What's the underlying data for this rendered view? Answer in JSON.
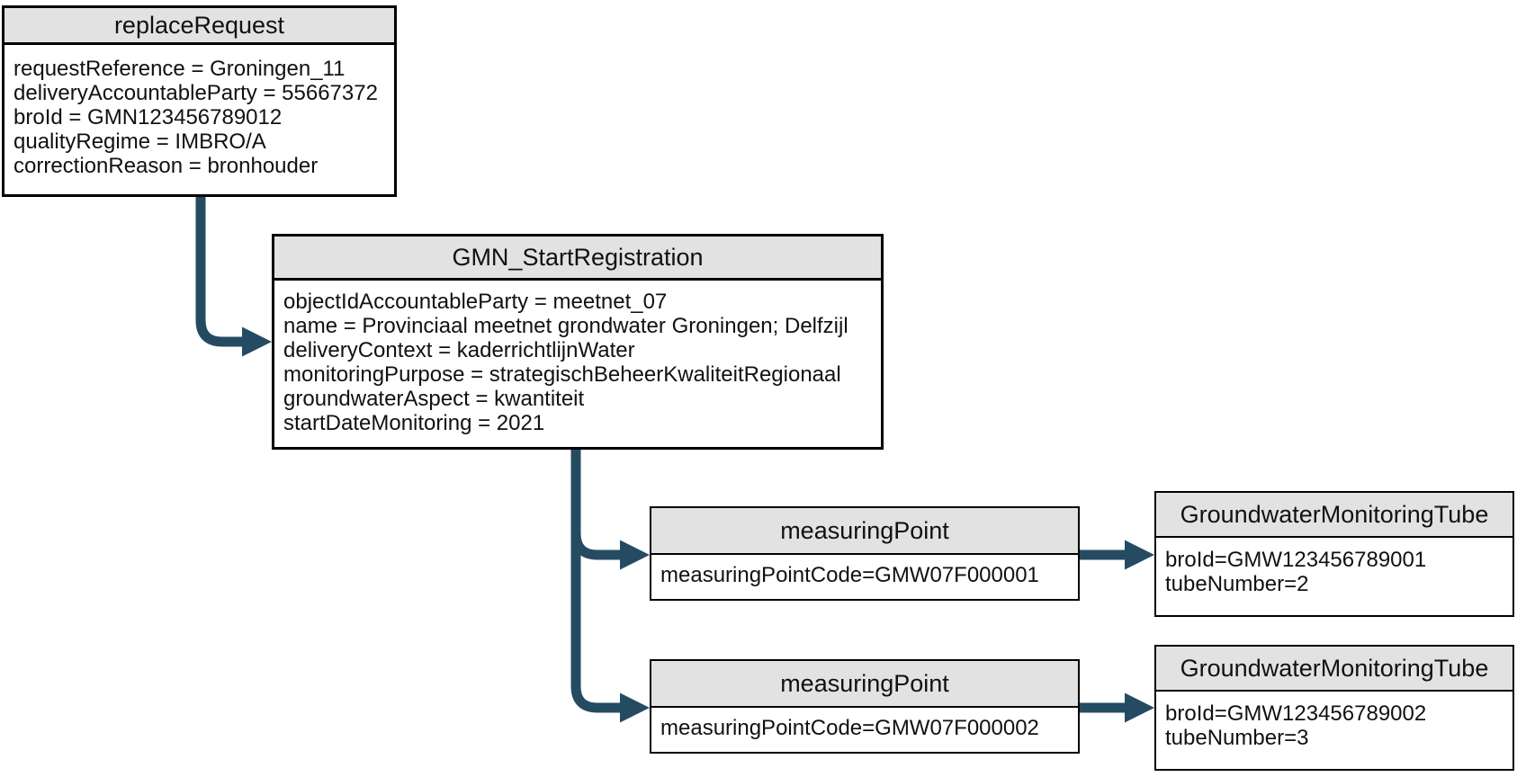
{
  "colors": {
    "arrow": "#254B63",
    "node_header_fill": "#E2E2E2",
    "node_border": "#000000",
    "background": "#FFFFFF",
    "text": "#111111"
  },
  "nodes": {
    "replace_request": {
      "title": "replaceRequest",
      "attributes": [
        "requestReference = Groningen_11",
        "deliveryAccountableParty = 55667372",
        "broId = GMN123456789012",
        "qualityRegime = IMBRO/A",
        "correctionReason = bronhouder"
      ]
    },
    "gmn_start_registration": {
      "title": "GMN_StartRegistration",
      "attributes": [
        "objectIdAccountableParty = meetnet_07",
        "name = Provinciaal meetnet grondwater Groningen; Delfzijl",
        "deliveryContext = kaderrichtlijnWater",
        "monitoringPurpose = strategischBeheerKwaliteitRegionaal",
        "groundwaterAspect = kwantiteit",
        "startDateMonitoring = 2021"
      ]
    },
    "measuring_point_1": {
      "title": "measuringPoint",
      "attributes": [
        "measuringPointCode=GMW07F000001"
      ]
    },
    "measuring_point_2": {
      "title": "measuringPoint",
      "attributes": [
        "measuringPointCode=GMW07F000002"
      ]
    },
    "groundwater_monitoring_tube_1": {
      "title": "GroundwaterMonitoringTube",
      "attributes": [
        "broId=GMW123456789001",
        "tubeNumber=2"
      ]
    },
    "groundwater_monitoring_tube_2": {
      "title": "GroundwaterMonitoringTube",
      "attributes": [
        "broId=GMW123456789002",
        "tubeNumber=3"
      ]
    }
  },
  "edges": [
    {
      "from": "replaceRequest",
      "to": "GMN_StartRegistration"
    },
    {
      "from": "GMN_StartRegistration",
      "to": "measuringPoint GMW07F000001"
    },
    {
      "from": "GMN_StartRegistration",
      "to": "measuringPoint GMW07F000002"
    },
    {
      "from": "measuringPoint GMW07F000001",
      "to": "GroundwaterMonitoringTube GMW123456789001"
    },
    {
      "from": "measuringPoint GMW07F000002",
      "to": "GroundwaterMonitoringTube GMW123456789002"
    }
  ]
}
